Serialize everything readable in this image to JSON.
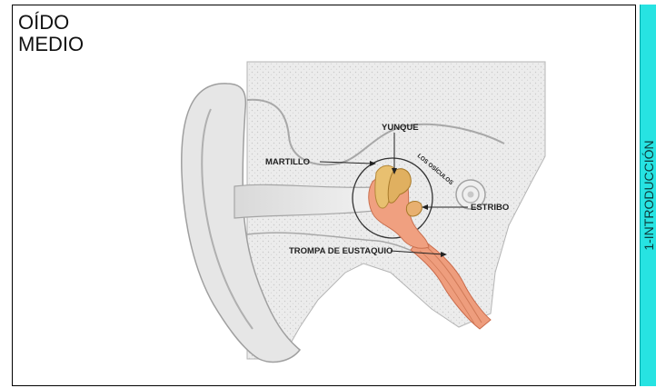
{
  "slide": {
    "title_line1": "OÍDO",
    "title_line2": "MEDIO"
  },
  "side_tab": {
    "label": "1-INTRODUCCIÓN",
    "color": "#27e3e2"
  },
  "diagram": {
    "labels": {
      "yunque": "YUNQUE",
      "martillo": "MARTILLO",
      "estribo": "ESTRIBO",
      "trompa": "TROMPA DE EUSTAQUIO",
      "osiculos": "LOS OSÍCULOS"
    },
    "colors": {
      "bone": "#dcdcdc",
      "flesh": "#f0a080",
      "ossicle": "#e8c070"
    }
  }
}
